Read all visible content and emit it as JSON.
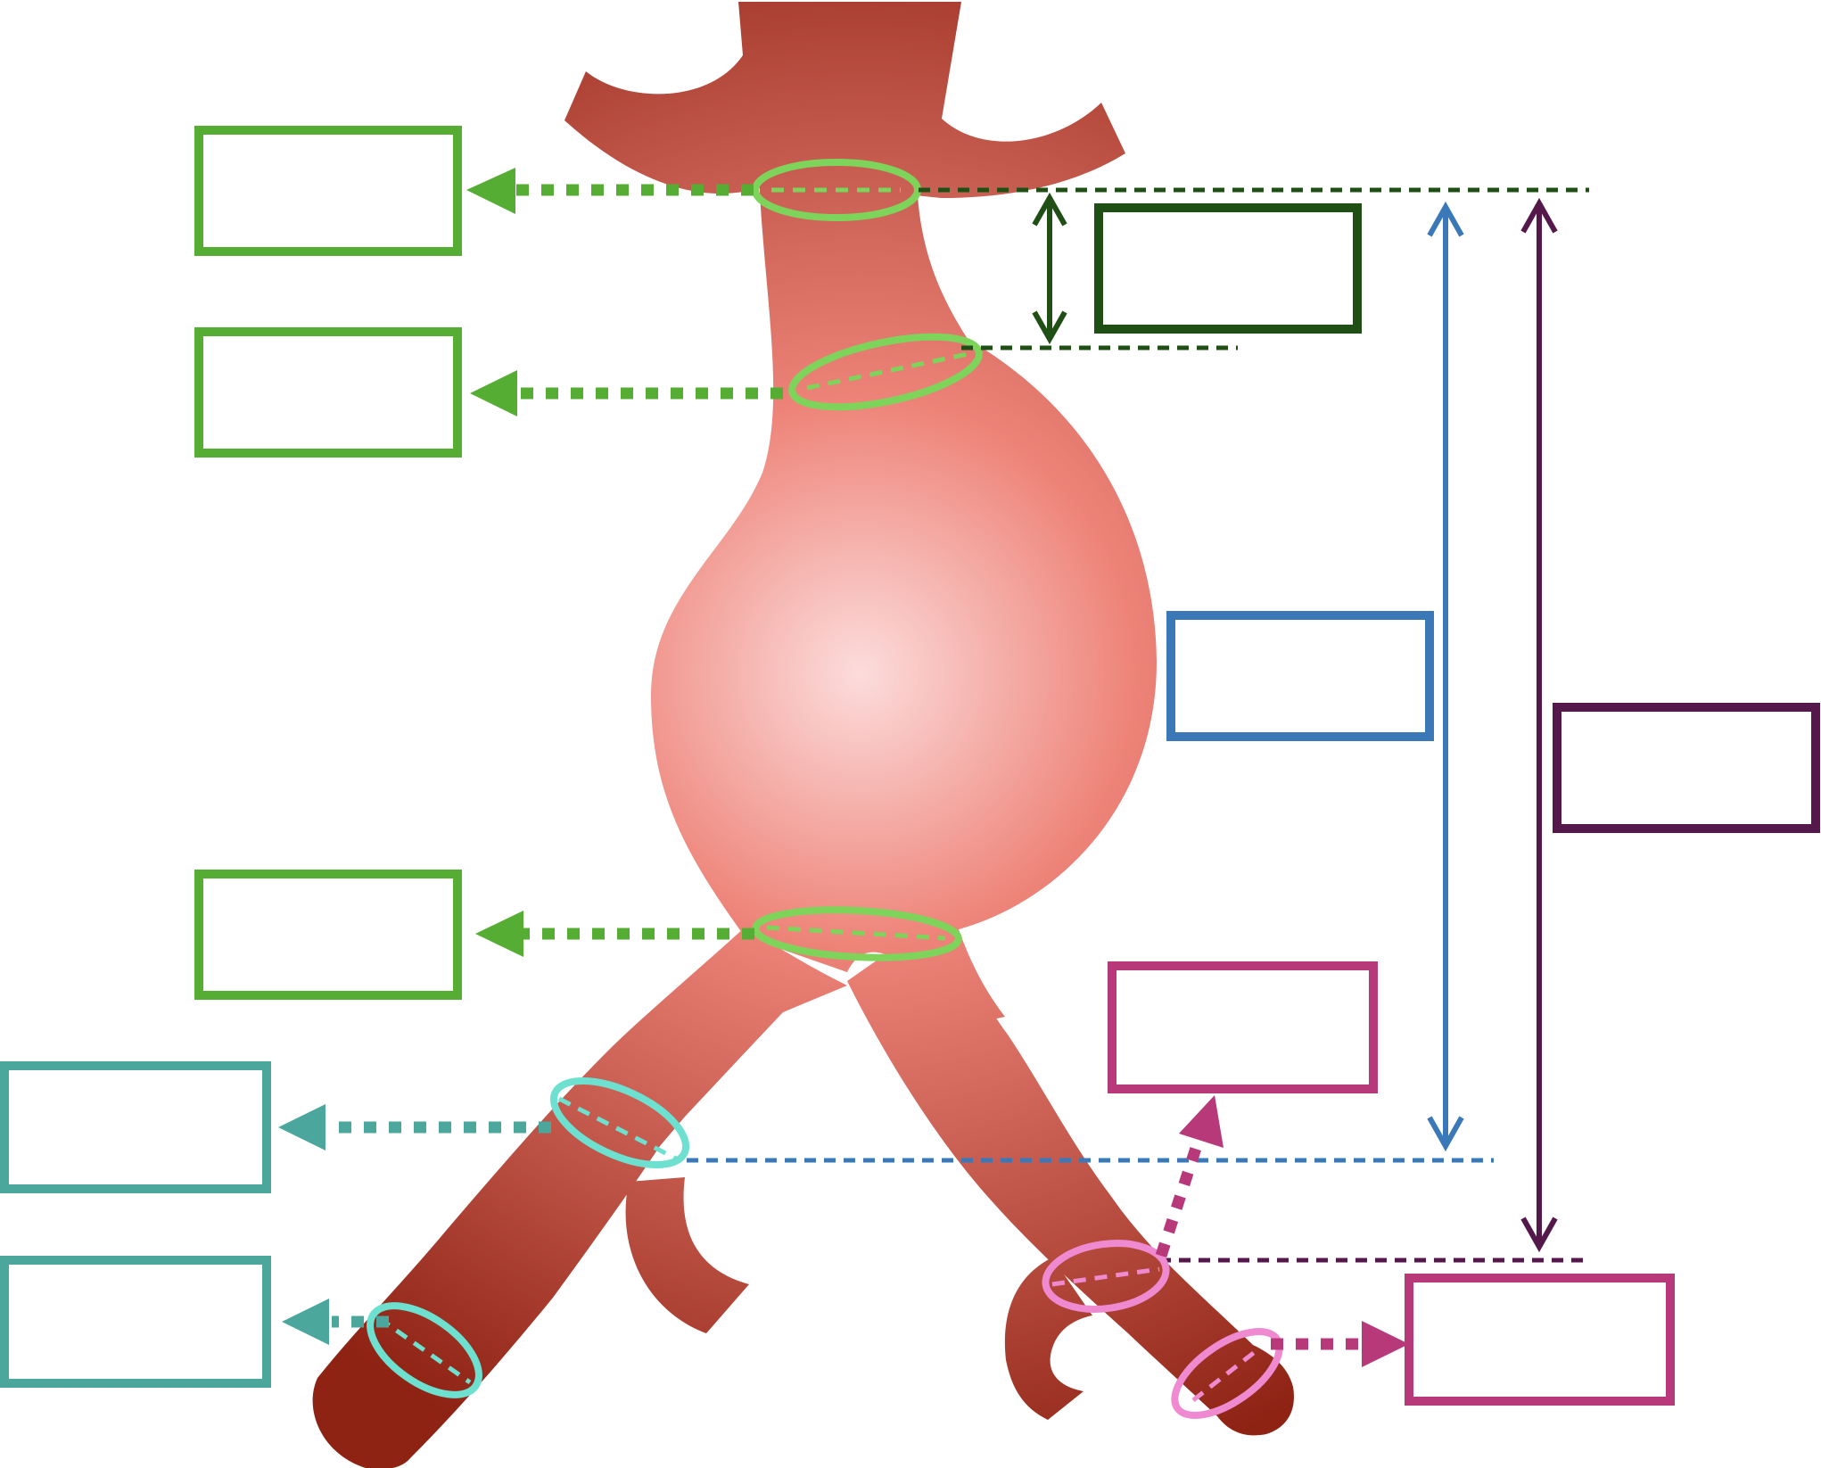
{
  "colors": {
    "background": "#ffffff",
    "vessel_light": "#fcdcdc",
    "vessel_mid": "#ee8479",
    "vessel_dark": "#8e2314",
    "diameter_ring_green": "#7ed45a",
    "diameter_arrow_green": "#56ad33",
    "neck_length_dark_green": "#1f4f15",
    "aortic_length_blue": "#3a78b8",
    "total_length_purple": "#55184a",
    "common_iliac_teal": "#4ba79b",
    "common_iliac_ring_cyan": "#6ee0d0",
    "right_iliac_magenta": "#b8397a",
    "right_iliac_ring_pink": "#ef8ad0"
  },
  "icons": {
    "arrowheads": "filled-triangle-arrowhead",
    "length_arrows": "double-headed-open-arrow",
    "diameter_markers": "ellipse-ring"
  },
  "labels": {
    "proximal_neck_diameter": "",
    "distal_neck_diameter": "",
    "aneurysm_distal_diameter": "",
    "left_common_iliac_diameter": "",
    "left_external_iliac_diameter": "",
    "neck_length": "",
    "aorta_to_bifurcation_length": "",
    "total_length": "",
    "right_common_iliac_diameter": "",
    "right_external_iliac_diameter": ""
  }
}
